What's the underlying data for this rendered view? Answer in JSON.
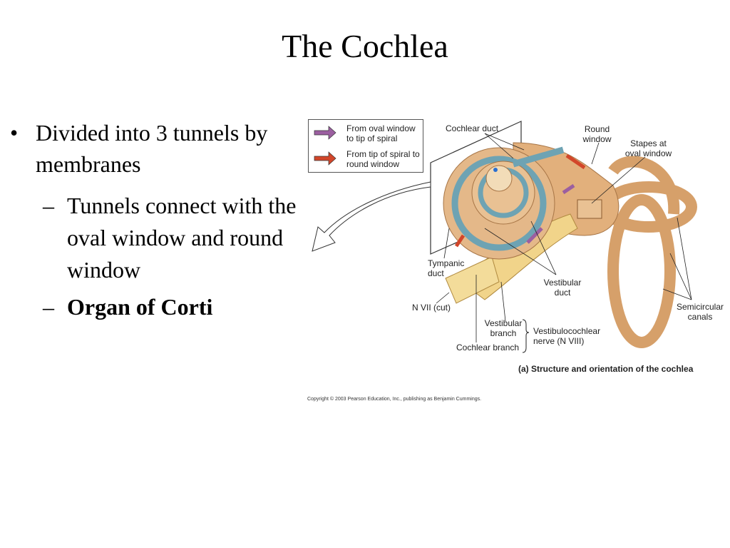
{
  "title": "The Cochlea",
  "bullets": [
    {
      "marker": "•",
      "text": "Divided into 3 tunnels by membranes"
    },
    {
      "marker": "–",
      "text": "Tunnels connect with the oval window and round window"
    },
    {
      "marker": "–",
      "text": "Organ of Corti"
    }
  ],
  "figure": {
    "legend": [
      {
        "text": "From oval window to tip of spiral",
        "color": "#9b5fa0"
      },
      {
        "text": "From tip of spiral to round window",
        "color": "#d2462a"
      }
    ],
    "labels": {
      "cochlear_duct": "Cochlear duct",
      "round_window": "Round window",
      "stapes": "Stapes at oval window",
      "tympanic_duct": "Tympanic duct",
      "vestibular_duct": "Vestibular duct",
      "n_vii": "N VII (cut)",
      "vestibular_branch": "Vestibular branch",
      "cochlear_branch": "Cochlear branch",
      "vestibulocochlear": "Vestibulocochlear nerve (N VIII)",
      "semicircular": "Semicircular canals"
    },
    "caption": "(a) Structure and orientation of the cochlea",
    "copyright": "Copyright © 2003 Pearson Education, Inc., publishing as Benjamin Cummings."
  }
}
